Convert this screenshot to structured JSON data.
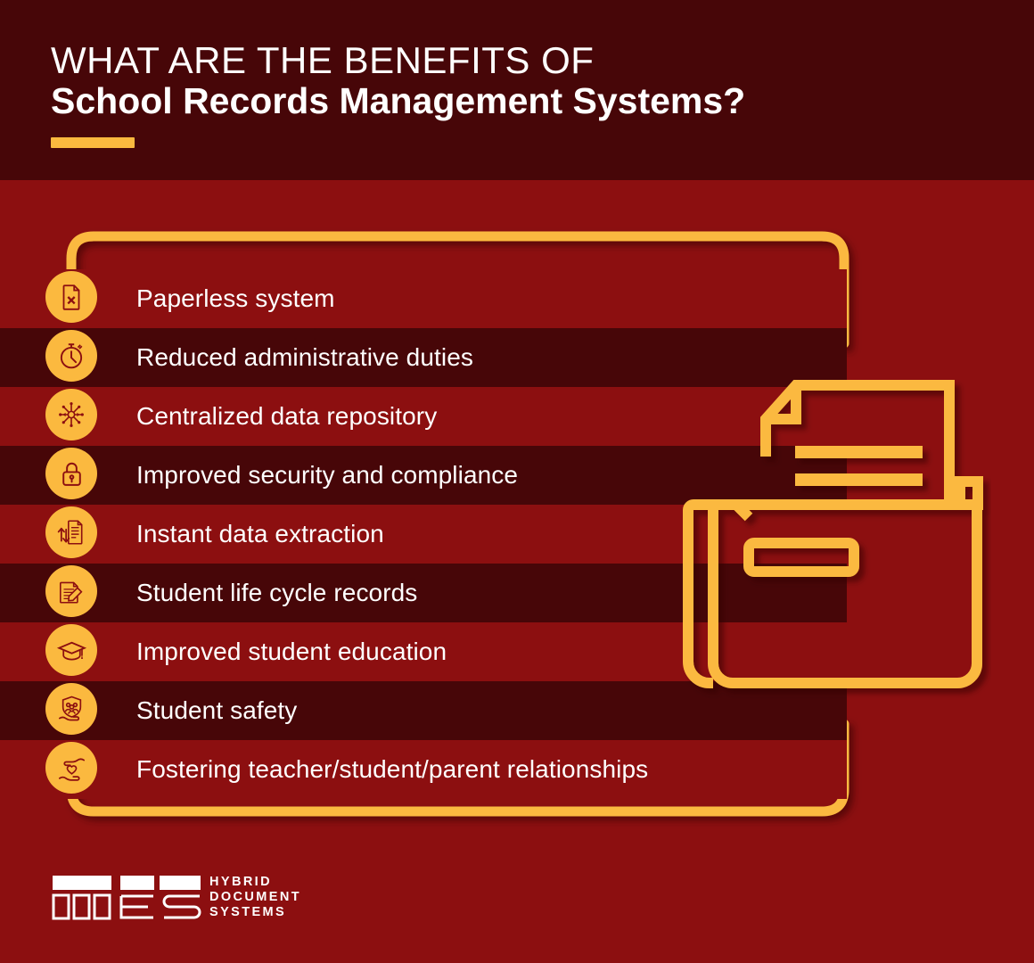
{
  "colors": {
    "header_bg": "#470608",
    "body_bg": "#8C0F10",
    "accent": "#FBB93F",
    "text": "#FFFFFF",
    "stripe_dark": "#470608"
  },
  "header": {
    "title_line1": "WHAT ARE THE BENEFITS OF",
    "title_line2": "School Records Management Systems?",
    "accent_bar": "accent-underline"
  },
  "benefits": [
    {
      "label": "Paperless system",
      "icon": "paperless-document-icon"
    },
    {
      "label": "Reduced administrative duties",
      "icon": "stopwatch-icon"
    },
    {
      "label": "Centralized data repository",
      "icon": "network-hub-icon"
    },
    {
      "label": "Improved security and compliance",
      "icon": "padlock-icon"
    },
    {
      "label": "Instant data extraction",
      "icon": "document-transfer-arrows-icon"
    },
    {
      "label": "Student life cycle records",
      "icon": "documents-pen-icon"
    },
    {
      "label": "Improved student education",
      "icon": "graduation-cap-icon"
    },
    {
      "label": "Student safety",
      "icon": "hand-shield-family-icon"
    },
    {
      "label": "Fostering teacher/student/parent relationships",
      "icon": "hand-heart-icon"
    }
  ],
  "illustration": {
    "name": "folder-with-document-icon"
  },
  "logo": {
    "mark": "mes-logo-mark",
    "line1": "HYBRID",
    "line2": "DOCUMENT",
    "line3": "SYSTEMS"
  }
}
